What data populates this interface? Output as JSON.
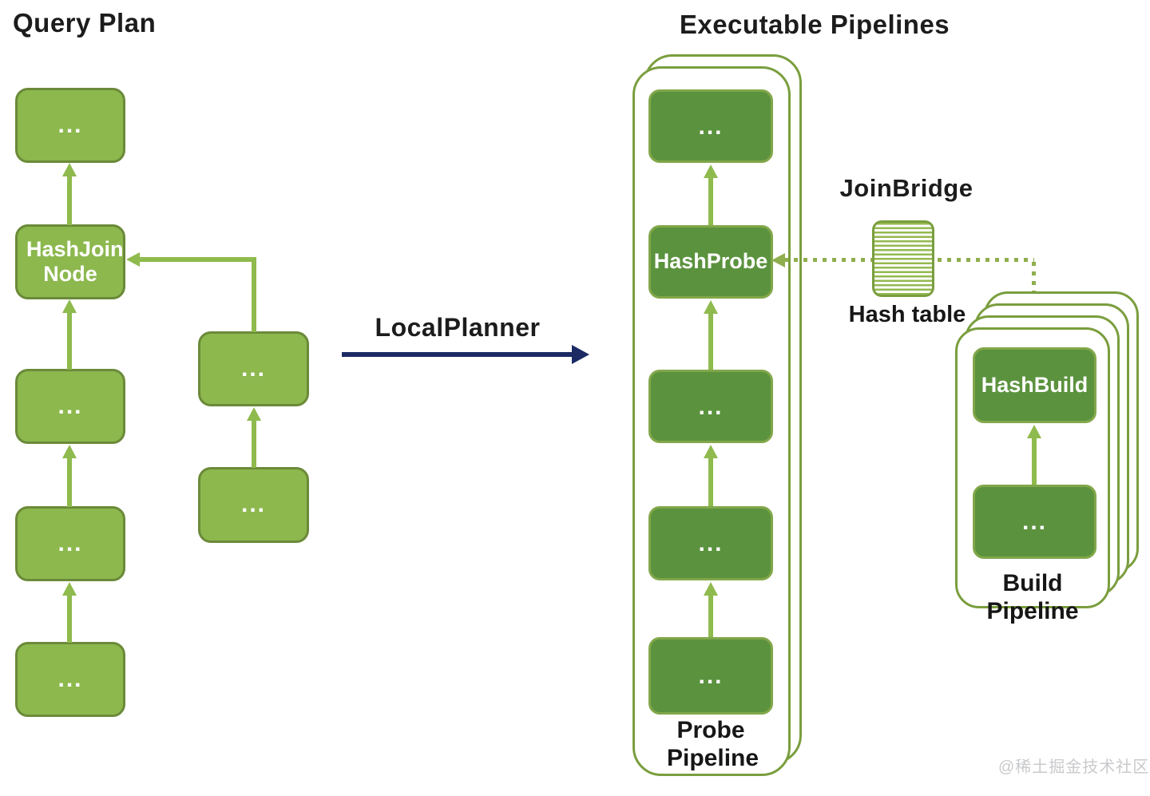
{
  "query_plan": {
    "title": "Query Plan",
    "nodes": {
      "op_top": "...",
      "hashjoin": "HashJoin Node",
      "op_mid": "...",
      "op_lower": "...",
      "op_bottom": "...",
      "right_op_top": "...",
      "right_op_bottom": "..."
    }
  },
  "planner": {
    "label": "LocalPlanner"
  },
  "executable_pipelines": {
    "title": "Executable Pipelines",
    "probe_pipeline": {
      "label": "Probe Pipeline",
      "operators": [
        "...",
        "HashProbe",
        "...",
        "...",
        "..."
      ]
    },
    "join_bridge": {
      "label": "JoinBridge",
      "hash_table_label": "Hash table"
    },
    "build_pipeline": {
      "label": "Build Pipeline",
      "operators": [
        "HashBuild",
        "..."
      ]
    }
  },
  "watermark": "@稀土掘金技术社区",
  "colors": {
    "node_light_fill": "#8CB84E",
    "node_light_border": "#6B8A39",
    "node_dark_fill": "#5B923E",
    "node_dark_border": "#82A74A",
    "arrow_green": "#8FBA4D",
    "container_border": "#7A9E3E",
    "hash_table_stripe": "#94B94F",
    "planner_arrow_navy": "#1B2A63",
    "text_black": "#1C1C1C",
    "watermark_gray": "#C9CACC"
  }
}
